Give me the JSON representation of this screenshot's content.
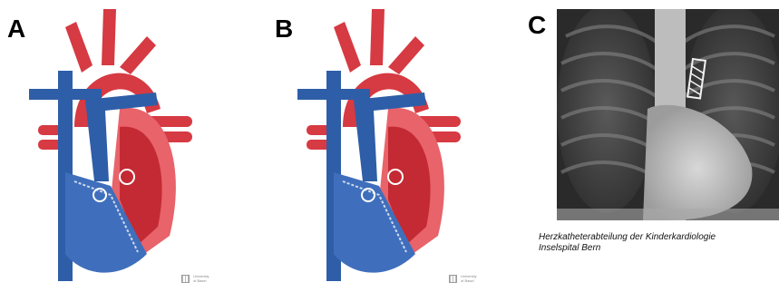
{
  "panels": [
    {
      "label": "A",
      "logo_line1": "University",
      "logo_line2": "of Basel"
    },
    {
      "label": "B",
      "logo_line1": "University",
      "logo_line2": "of Basel"
    },
    {
      "label": "C"
    }
  ],
  "caption": {
    "line1": "Herzkatheterabteilung der Kinderkardiologie",
    "line2": "Inselspital Bern"
  },
  "colors": {
    "artery_red": "#d63a42",
    "ventricle_red": "#e8636a",
    "vein_blue": "#2e5ea8",
    "ventricle_blue": "#3f6fbc"
  }
}
